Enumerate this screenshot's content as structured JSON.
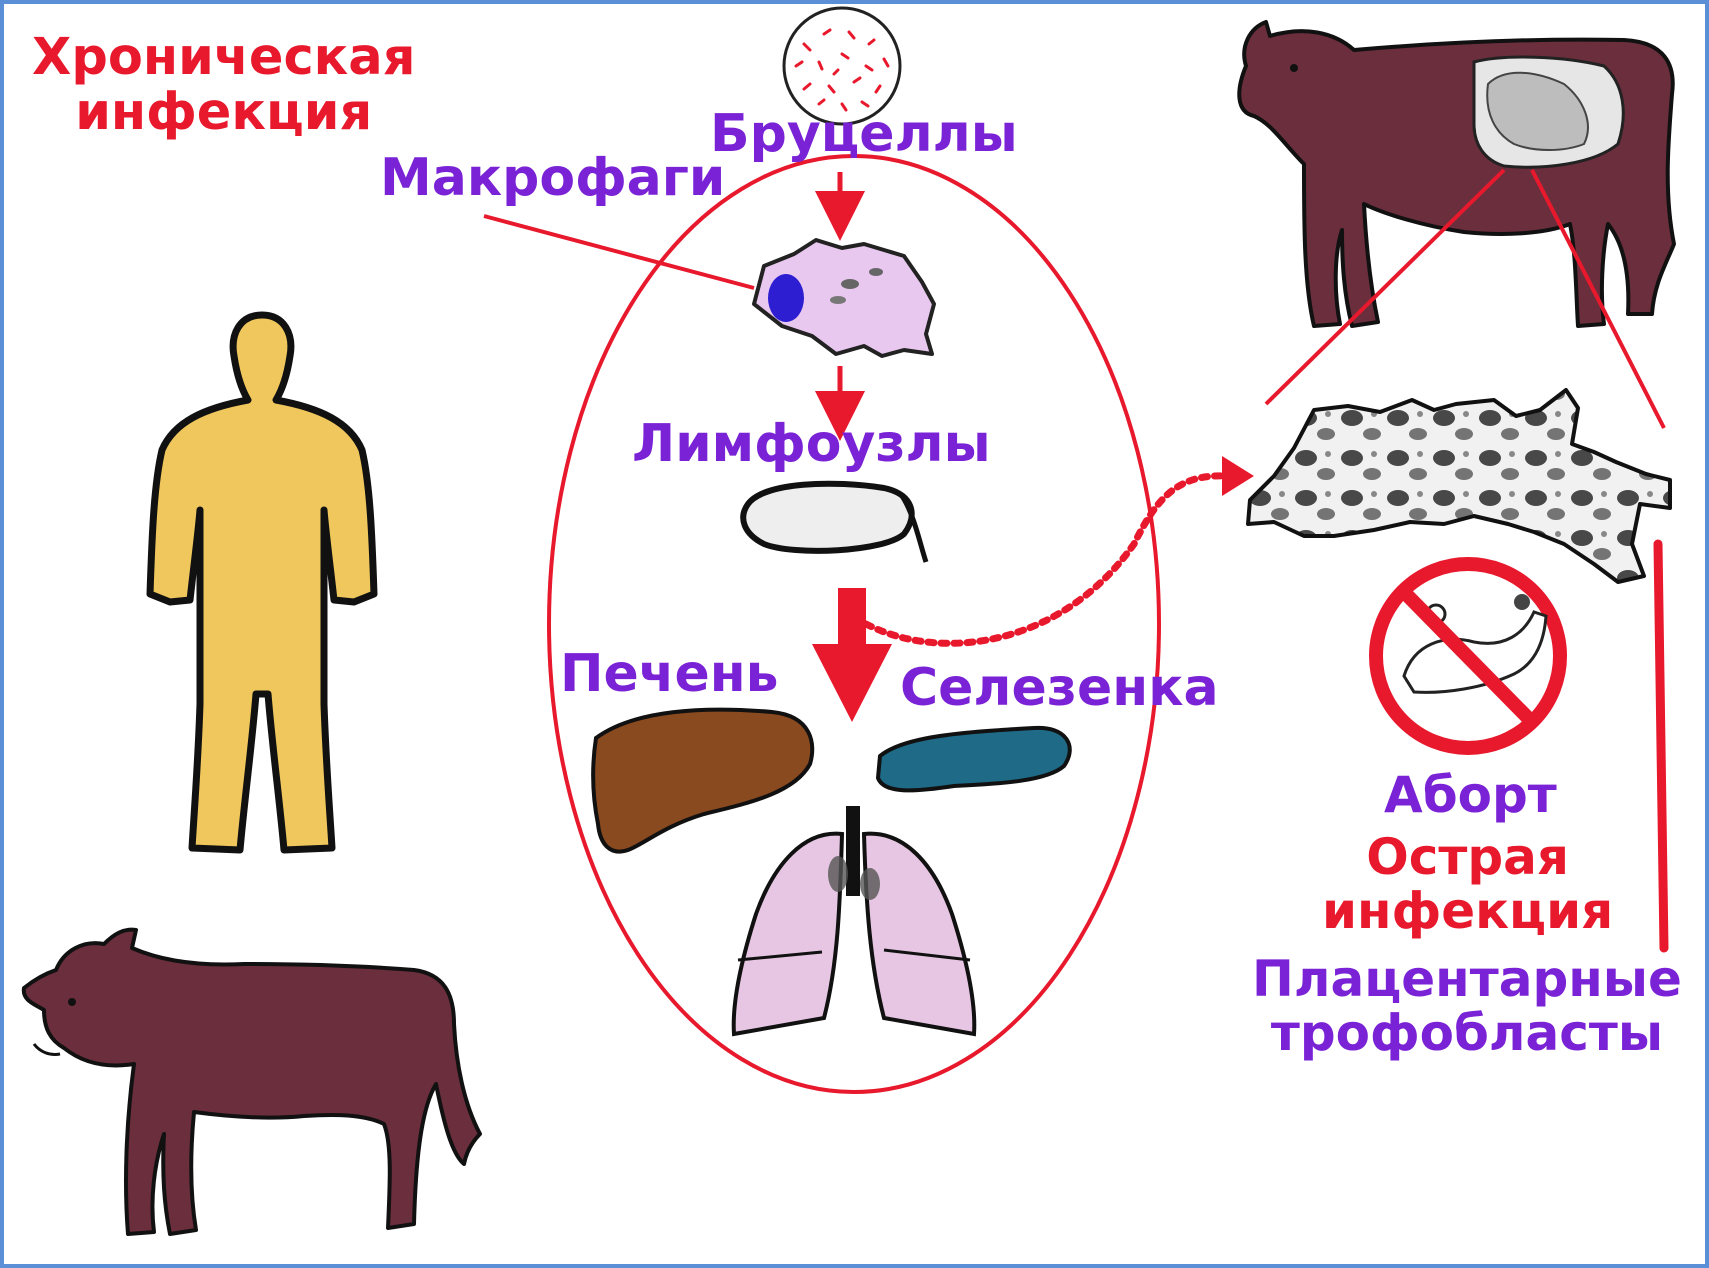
{
  "colors": {
    "label_purple": "#7a22d6",
    "label_red": "#e8192c",
    "human": "#f0c75c",
    "cow": "#6b2e3d",
    "cell": "#e9c8ef",
    "liver": "#8a4a1f",
    "spleen": "#1e6a87",
    "lung": "#e6c6e2",
    "frame": "#5b8fd6"
  },
  "labels": {
    "chronic_infection": [
      "Хроническая",
      "инфекция"
    ],
    "brucella": "Бруцеллы",
    "macrophages": "Макрофаги",
    "lymph_nodes": "Лимфоузлы",
    "liver": "Печень",
    "spleen": "Селезенка",
    "abortion": "Аборт",
    "acute_infection": [
      "Острая",
      "инфекция"
    ],
    "placental_trophoblasts": [
      "Плацентарные",
      "трофобласты"
    ]
  },
  "icons": {
    "bacteria_dish": "brucella-dish-icon",
    "human": "human-figure-icon",
    "cow": "cow-icon",
    "pregnant_cow": "pregnant-cow-icon",
    "macrophage": "macrophage-cell-icon",
    "lymph_node": "lymph-node-icon",
    "liver": "liver-icon",
    "spleen": "spleen-icon",
    "lungs": "lungs-icon",
    "placenta": "placenta-tissue-icon",
    "no_abortion": "no-calf-prohibition-icon"
  }
}
